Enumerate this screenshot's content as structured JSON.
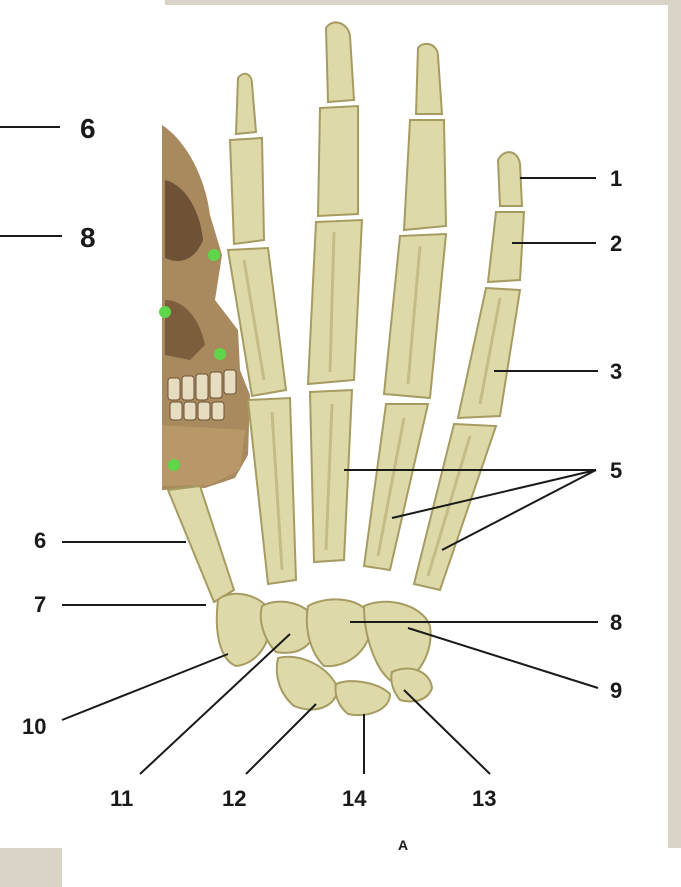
{
  "labels": {
    "l1": "1",
    "l2": "2",
    "l3": "3",
    "l5": "5",
    "l6_top": "6",
    "l8_top": "8",
    "l6": "6",
    "l7": "7",
    "l8": "8",
    "l9": "9",
    "l10": "10",
    "l11": "11",
    "l12": "12",
    "l13": "13",
    "l14": "14",
    "bottom_letter": "A"
  },
  "colors": {
    "background": "#d9d3c8",
    "panel": "#ffffff",
    "bone": "#ddd9a9",
    "bone_shade": "#b9b07a",
    "skull": "#a88a5e",
    "skull_dark": "#6e5236",
    "marker": "#5fd54a",
    "leader": "#1a1a1a"
  }
}
